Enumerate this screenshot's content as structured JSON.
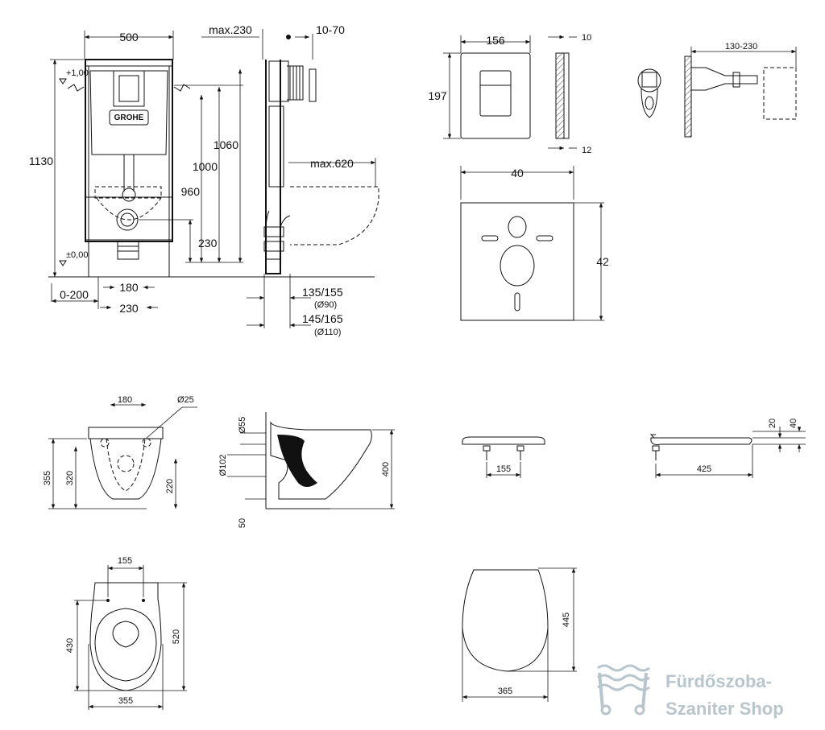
{
  "frame_front": {
    "width": "500",
    "height": "1130",
    "level_top": "+1,00",
    "level_floor": "±0,00",
    "offset": "0-200",
    "drain_spacing": "180",
    "drain_offset": "230",
    "bowl_height": "230",
    "h960": "960",
    "h1000": "1000",
    "h1060": "1060",
    "brand": "GROHE"
  },
  "frame_side": {
    "depth_max": "max.230",
    "range": "10-70",
    "bowl_reach": "max.620",
    "pipe1": "135/155",
    "pipe1_dia": "(Ø90)",
    "pipe2": "145/165",
    "pipe2_dia": "(Ø110)"
  },
  "plate": {
    "width": "156",
    "height": "197",
    "thick": "10",
    "offset": "12"
  },
  "bracket": {
    "range": "130-230"
  },
  "mat": {
    "width": "40",
    "height": "42"
  },
  "bowl_front": {
    "holes": "180",
    "hole_dia": "Ø25",
    "h355": "355",
    "h320": "320",
    "h220": "220"
  },
  "bowl_side": {
    "d55": "Ø55",
    "d102": "Ø102",
    "h50": "50",
    "h400": "400"
  },
  "seat_front": {
    "spacing": "155"
  },
  "seat_side": {
    "length": "425",
    "h20": "20",
    "h40": "40"
  },
  "bowl_top": {
    "holes": "155",
    "h430": "430",
    "h520": "520",
    "width": "355"
  },
  "seat_top": {
    "length": "445",
    "width": "365"
  },
  "watermark": {
    "line1": "Fürdőszoba-",
    "line2": "Szaniter Shop",
    "color": "#b9c5cc"
  }
}
